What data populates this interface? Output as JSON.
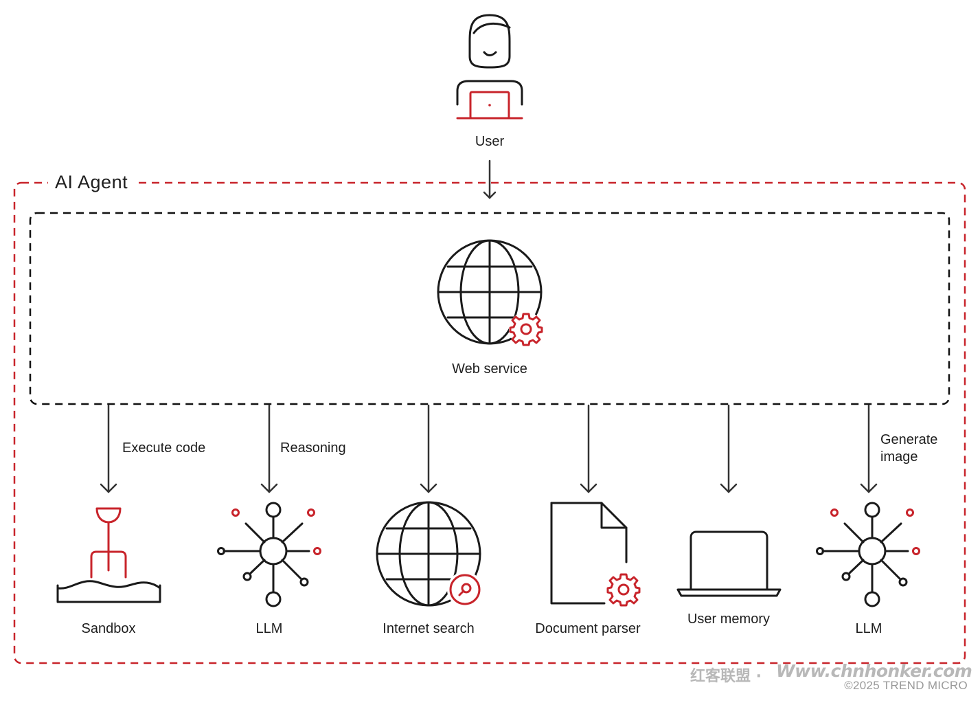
{
  "diagram": {
    "user_label": "User",
    "agent_title": "AI Agent",
    "web_service_label": "Web service",
    "edges": {
      "execute_code": "Execute code",
      "reasoning": "Reasoning",
      "generate_image_line1": "Generate",
      "generate_image_line2": "image"
    },
    "tools": {
      "sandbox": "Sandbox",
      "llm_1": "LLM",
      "internet_search": "Internet search",
      "document_parser": "Document parser",
      "user_memory": "User memory",
      "llm_2": "LLM"
    }
  },
  "watermark": {
    "cn": "红客联盟 ·",
    "url": "Www.chnhonker.com"
  },
  "copyright": "©2025 TREND MICRO",
  "colors": {
    "accent": "#c8242b",
    "stroke": "#1a1a1a",
    "outer_border": "#c8242b",
    "inner_border": "#111111"
  }
}
